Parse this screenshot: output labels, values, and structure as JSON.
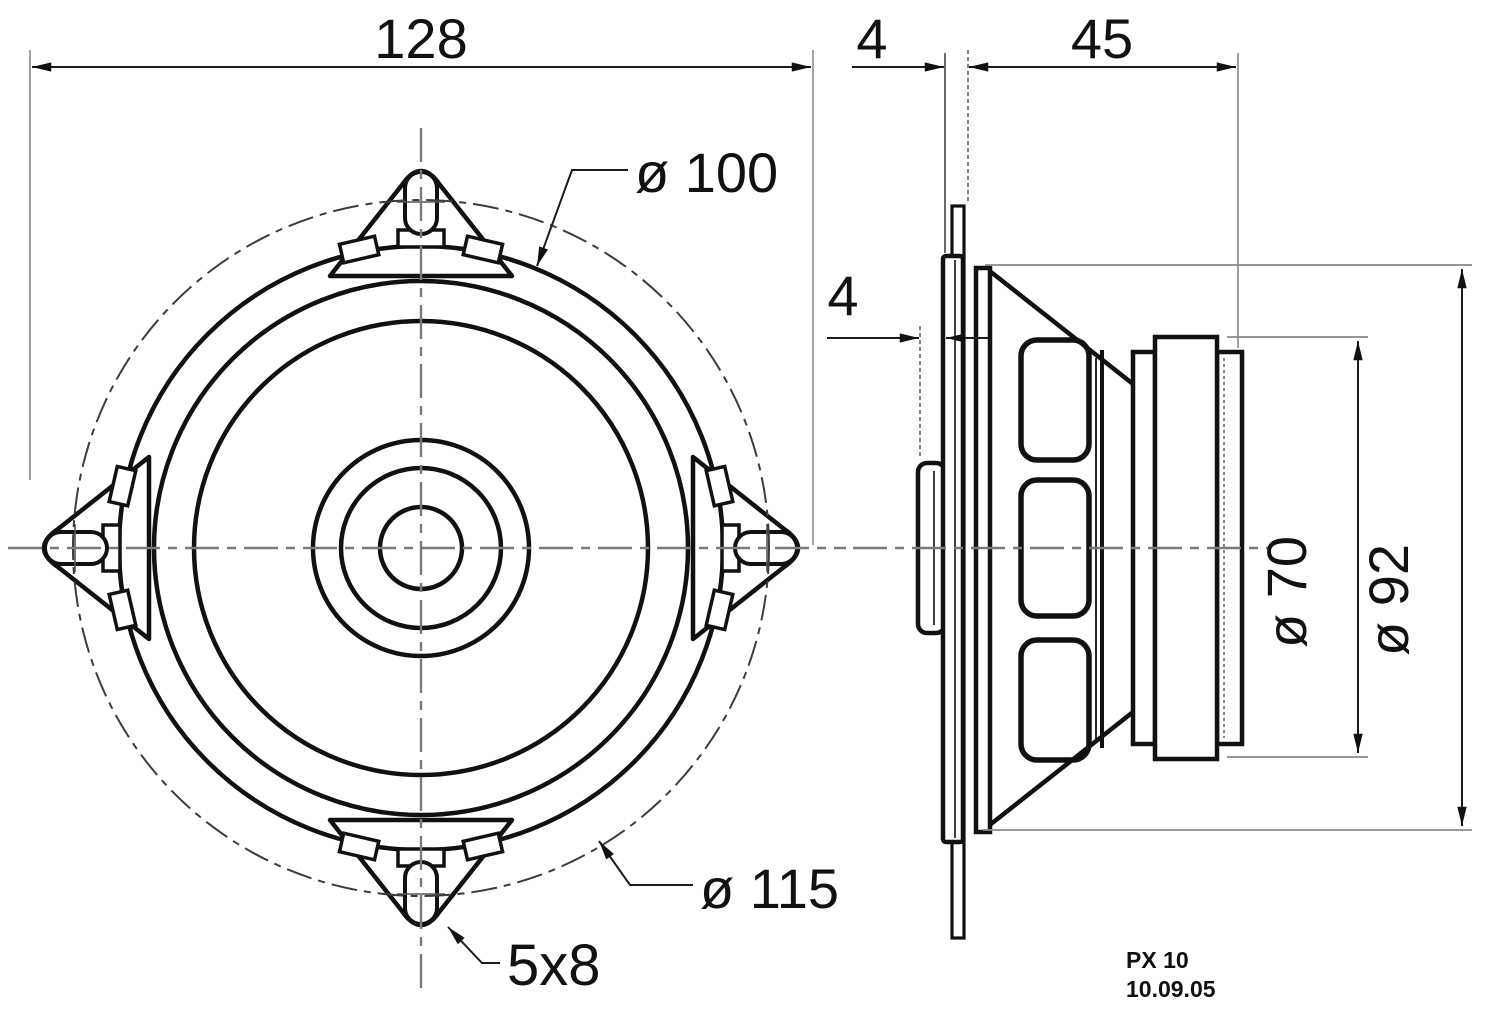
{
  "drawing": {
    "title_block": {
      "product_code": "PX 10",
      "date": "10.09.05"
    },
    "dimensions": {
      "overall_width": "128",
      "flange_thickness": "4",
      "depth": "45",
      "dustcap_protrusion": "4",
      "frame_diameter": "ø 100",
      "bolt_circle_diameter": "ø 115",
      "mounting_slot_size": "5x8",
      "magnet_diameter": "ø 70",
      "basket_diameter": "ø 92"
    },
    "colors": {
      "object_line": "#111111",
      "centerline": "#7a7a7a",
      "reference_line": "#8a8a8a",
      "dimension_line": "#1c1c1c",
      "background": "#ffffff"
    }
  }
}
